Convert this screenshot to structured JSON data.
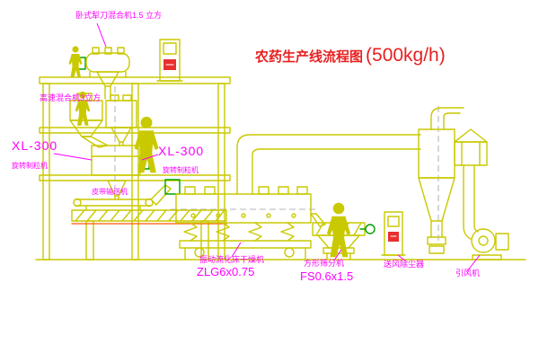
{
  "title": {
    "main": "农药生产线流程图",
    "capacity": "(500kg/h)"
  },
  "labels": {
    "horizontal_mixer": "卧式犁刀混合机1.5 立方",
    "high_speed_mixer": "高速混合机3立方",
    "granulator_left_model": "XL-300",
    "granulator_left_name": "旋转制粒机",
    "granulator_right_model": "XL-300",
    "granulator_right_name": "旋转制粒机",
    "belt_conveyor": "皮带输送机",
    "dryer_name": "振动流化床干燥机",
    "dryer_model": "ZLG6x0.75",
    "sieve_name": "方形筛分机",
    "sieve_model": "FS0.6x1.5",
    "dust_collector": "送风除尘器",
    "fan": "引风机"
  },
  "colors": {
    "line": "#c9c900",
    "label": "#ff00ff",
    "title": "#e82020",
    "accent_red": "#e83030",
    "accent_green": "#00a000",
    "centerline": "#9aa0a6"
  }
}
